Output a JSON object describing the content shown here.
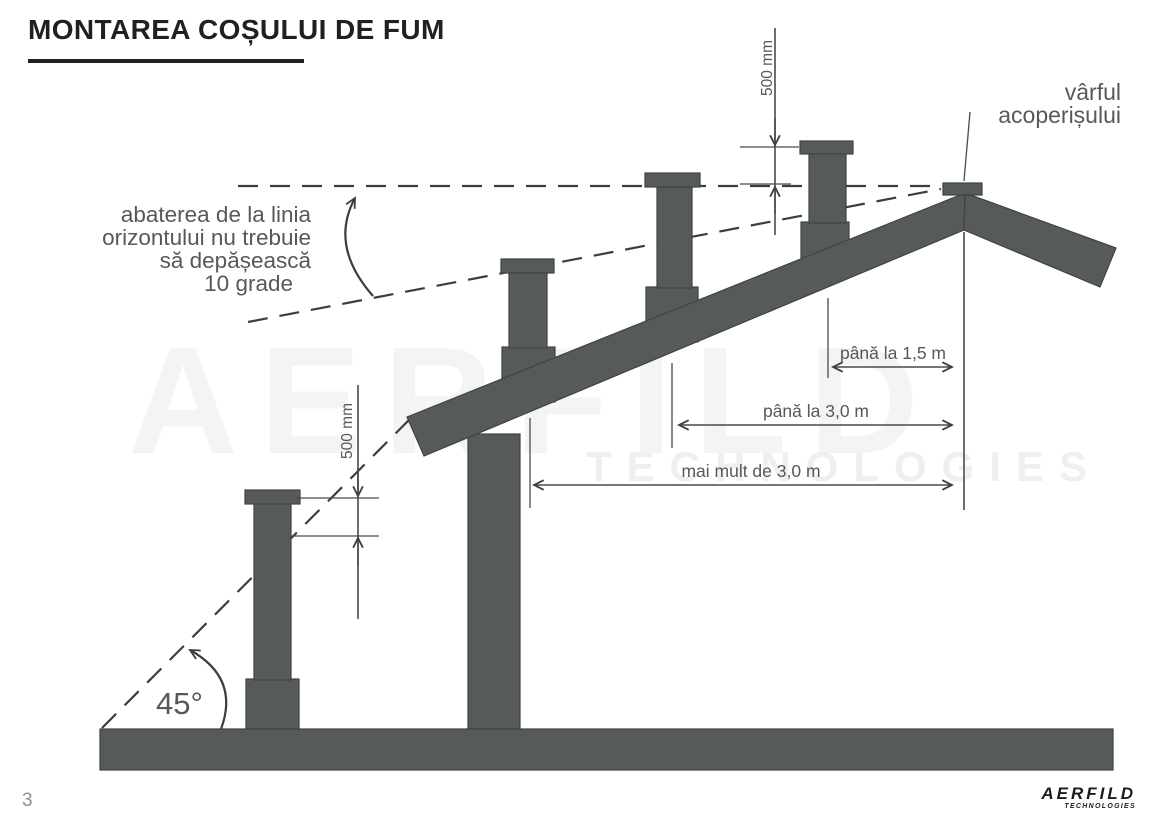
{
  "header": {
    "title": "MONTAREA COȘULUI DE FUM"
  },
  "watermark": {
    "text": "AERFILD",
    "tagline": "TECHNOLOGIES"
  },
  "footer": {
    "page_number": "3",
    "logo_text": "AERFILD",
    "logo_tagline": "TECHNOLOGIES"
  },
  "colors": {
    "shape_fill": "#575a5b",
    "line_dark": "#3d3d3d",
    "text_gray": "#57585a",
    "title_black": "#221f20",
    "watermark_gray": "#f4f4f4"
  },
  "diagram": {
    "labels": {
      "deviation_line1": "abaterea de la linia",
      "deviation_line2": "orizontului nu trebuie",
      "deviation_line3": "să depășească",
      "deviation_line4": "10 grade",
      "roof_peak_line1": "vârful",
      "roof_peak_line2": "acoperișului",
      "dim_500_top": "500 mm",
      "dim_500_left": "500 mm",
      "dim_up_to_1_5": "până la 1,5 m",
      "dim_up_to_3_0": "până la 3,0 m",
      "dim_more_than_3_0": "mai mult de 3,0 m",
      "angle": "45°"
    }
  }
}
